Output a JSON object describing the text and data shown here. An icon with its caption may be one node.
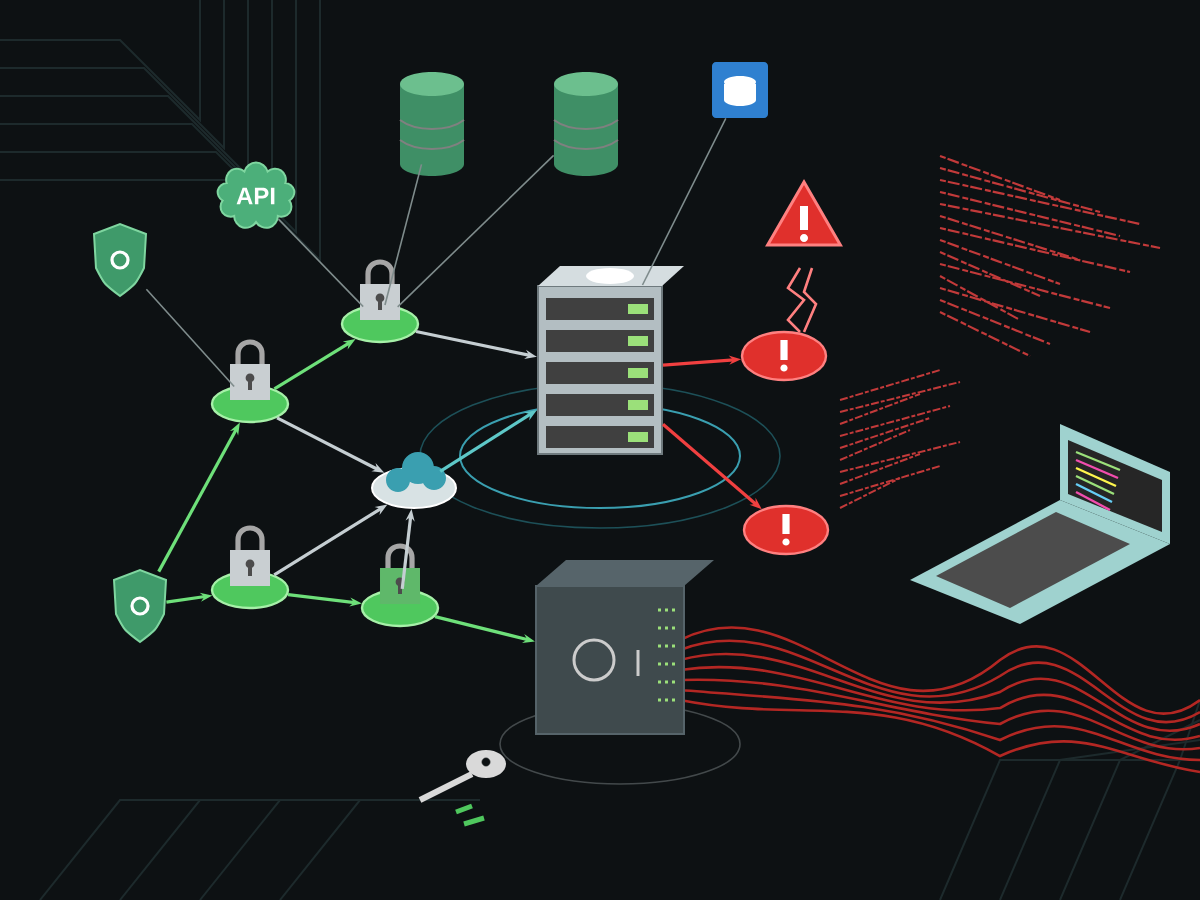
{
  "diagram": {
    "nodes": [
      {
        "text": [],
        "shape": "shield"
      },
      {
        "text": [
          "API"
        ]
      },
      {
        "text": [],
        "shape": "cylinder"
      },
      {
        "text": [],
        "shape": "cylinder"
      },
      {
        "text": [],
        "shape": "box"
      },
      {
        "text": [],
        "shape": "lock"
      },
      {
        "text": [],
        "shape": "lock"
      },
      {
        "text": [],
        "shape": "server"
      },
      {
        "text": [],
        "shape": "warning"
      },
      {
        "text": [],
        "shape": "circle"
      },
      {
        "text": [],
        "shape": "circle"
      },
      {
        "text": [],
        "shape": "cloud"
      },
      {
        "text": [],
        "shape": "lock"
      },
      {
        "text": [],
        "shape": "lock"
      },
      {
        "text": [],
        "shape": "shield"
      },
      {
        "text": [],
        "shape": "safe"
      }
    ],
    "edges": [
      {
        "from": 0,
        "to": 6,
        "arrow": "none"
      },
      {
        "from": 1,
        "to": 5,
        "arrow": "none"
      },
      {
        "from": 2,
        "to": 5,
        "arrow": "none"
      },
      {
        "from": 3,
        "to": 5,
        "arrow": "none"
      },
      {
        "from": 4,
        "to": 7,
        "arrow": "none"
      },
      {
        "from": 6,
        "to": 5,
        "arrow": "to",
        "color": "#6ee07a"
      },
      {
        "from": 5,
        "to": 7,
        "arrow": "to",
        "color": "#c5ced2"
      },
      {
        "from": 6,
        "to": 11,
        "arrow": "to",
        "color": "#c5ced2"
      },
      {
        "from": 14,
        "to": 6,
        "arrow": "to",
        "color": "#6ee07a"
      },
      {
        "from": 14,
        "to": 12,
        "arrow": "to",
        "color": "#6ee07a"
      },
      {
        "from": 12,
        "to": 11,
        "arrow": "to",
        "color": "#c5ced2"
      },
      {
        "from": 12,
        "to": 13,
        "arrow": "to",
        "color": "#6ee07a"
      },
      {
        "from": 13,
        "to": 11,
        "arrow": "to",
        "color": "#c5ced2"
      },
      {
        "from": 11,
        "to": 7,
        "arrow": "to",
        "color": "#5ec8c8"
      },
      {
        "from": 13,
        "to": 15,
        "arrow": "to",
        "color": "#6ee07a"
      },
      {
        "from": 7,
        "to": 9,
        "arrow": "to",
        "color": "#f04040"
      },
      {
        "from": 7,
        "to": 10,
        "arrow": "to",
        "color": "#f04040"
      }
    ]
  }
}
